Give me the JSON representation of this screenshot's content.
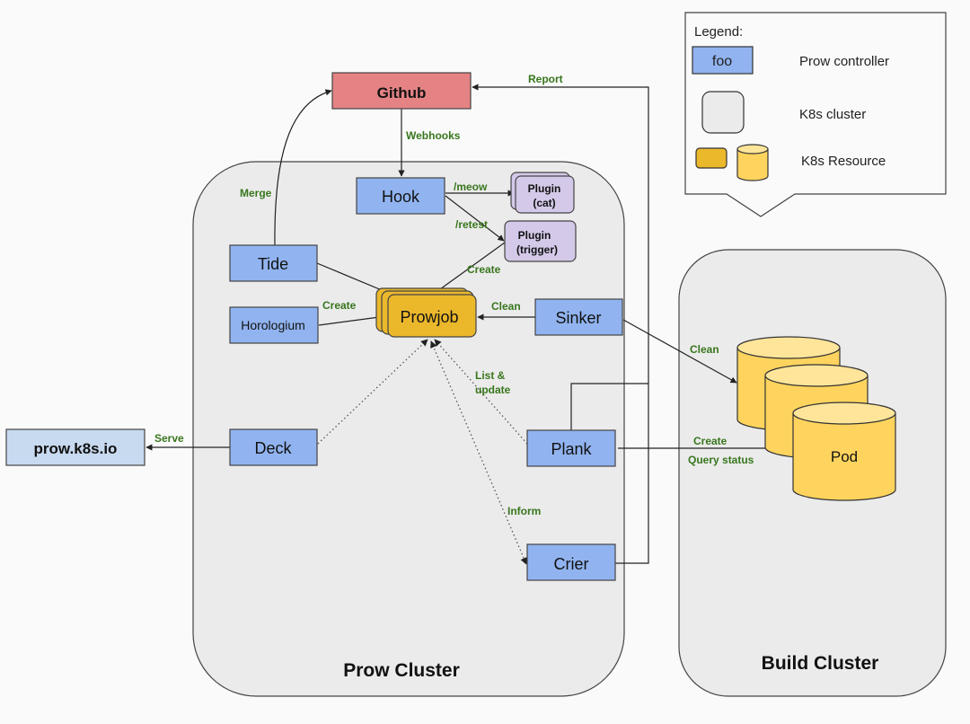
{
  "colors": {
    "background": "#fafafa",
    "cluster_fill": "#ebebeb",
    "controller_fill": "#91b4f0",
    "github_fill": "#e48284",
    "external_fill": "#c8daf0",
    "plugin_fill": "#d4c9e9",
    "resource_fill": "#ebb82c",
    "pod_fill": "#fed45e",
    "pod_top": "#fee59a",
    "edge_label": "#38761d"
  },
  "clusters": {
    "prow": "Prow Cluster",
    "build": "Build Cluster"
  },
  "nodes": {
    "github": "Github",
    "hook": "Hook",
    "plugin_cat_line1": "Plugin",
    "plugin_cat_line2": "(cat)",
    "plugin_trigger_line1": "Plugin",
    "plugin_trigger_line2": "(trigger)",
    "tide": "Tide",
    "horologium": "Horologium",
    "prowjob": "Prowjob",
    "sinker": "Sinker",
    "deck": "Deck",
    "plank": "Plank",
    "crier": "Crier",
    "prow_site": "prow.k8s.io",
    "pod": "Pod"
  },
  "edges": {
    "report": "Report",
    "webhooks": "Webhooks",
    "merge": "Merge",
    "meow": "/meow",
    "retest": "/retest",
    "trigger_create": "Create",
    "horologium_create": "Create",
    "sinker_clean": "Clean",
    "pod_clean": "Clean",
    "list_update_1": "List &",
    "list_update_2": "update",
    "serve": "Serve",
    "inform": "Inform",
    "pod_create": "Create",
    "query_status": "Query status"
  },
  "legend": {
    "title": "Legend:",
    "sample": "foo",
    "controller": "Prow controller",
    "cluster": "K8s cluster",
    "resource": "K8s Resource"
  }
}
